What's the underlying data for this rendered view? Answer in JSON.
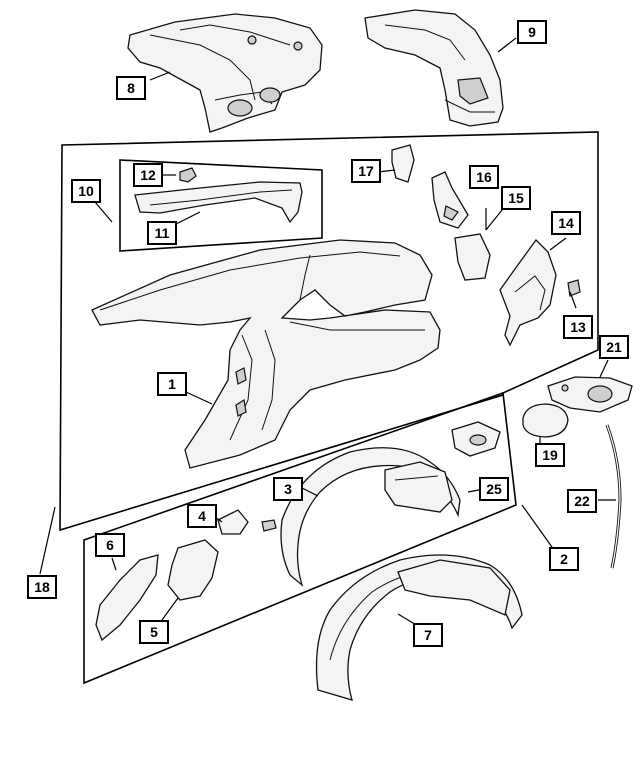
{
  "diagram": {
    "callouts": {
      "c1": "1",
      "c2": "2",
      "c3": "3",
      "c4": "4",
      "c5": "5",
      "c6": "6",
      "c7": "7",
      "c8": "8",
      "c9": "9",
      "c10": "10",
      "c11": "11",
      "c12": "12",
      "c13": "13",
      "c14": "14",
      "c15": "15",
      "c16": "16",
      "c17": "17",
      "c18": "18",
      "c19": "19",
      "c21": "21",
      "c22": "22",
      "c25": "25"
    }
  }
}
